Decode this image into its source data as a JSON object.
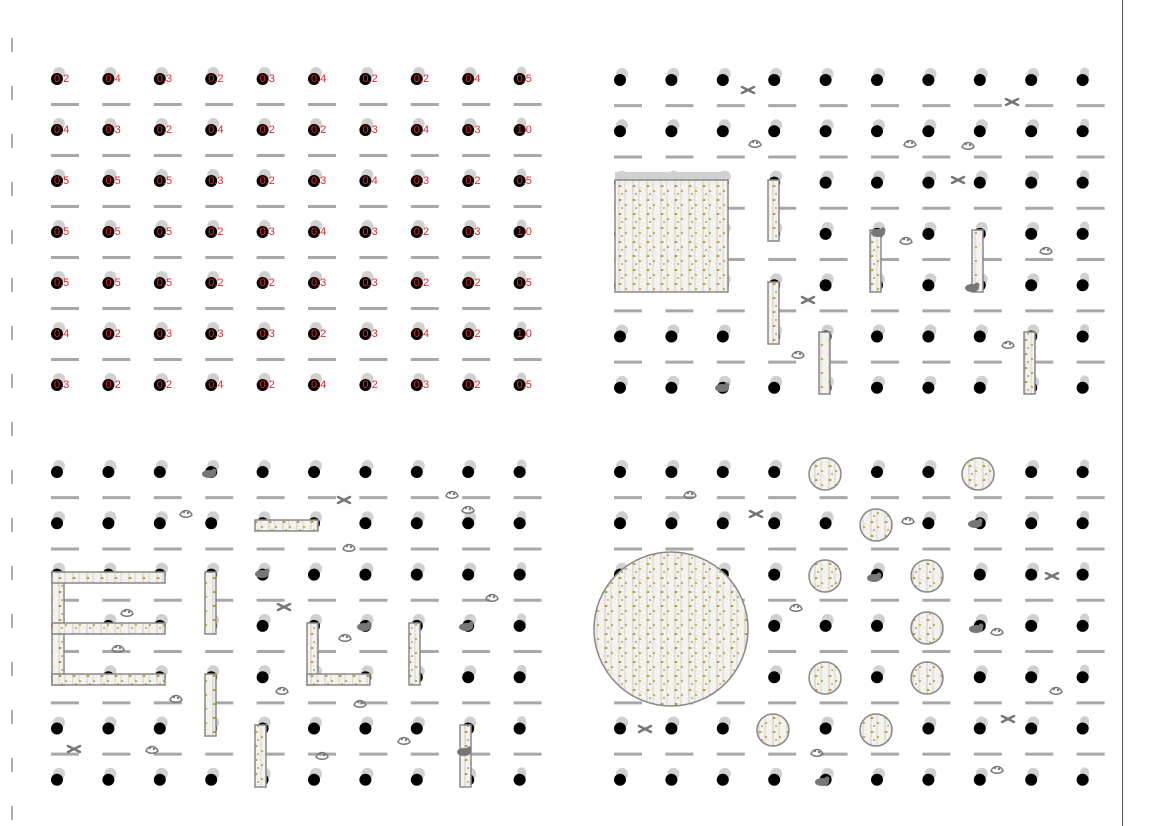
{
  "panels": [
    {
      "id": "values-grid",
      "cols": 10,
      "rows": 7,
      "values": [
        [
          "0.2",
          "0.4",
          "0.3",
          "0.2",
          "0.3",
          "0.4",
          "0.2",
          "0.2",
          "0.4",
          "0.5"
        ],
        [
          "0.4",
          "0.3",
          "0.2",
          "0.4",
          "0.2",
          "0.2",
          "0.3",
          "0.4",
          "0.3",
          "1.0"
        ],
        [
          "0.5",
          "0.5",
          "0.5",
          "0.3",
          "0.2",
          "0.3",
          "0.4",
          "0.3",
          "0.2",
          "0.5"
        ],
        [
          "0.5",
          "0.5",
          "0.5",
          "0.2",
          "0.3",
          "0.4",
          "0.3",
          "0.2",
          "0.3",
          "1.0"
        ],
        [
          "0.5",
          "0.5",
          "0.5",
          "0.2",
          "0.2",
          "0.3",
          "0.3",
          "0.2",
          "0.2",
          "0.5"
        ],
        [
          "0.4",
          "0.2",
          "0.3",
          "0.3",
          "0.3",
          "0.2",
          "0.3",
          "0.4",
          "0.2",
          "1.0"
        ],
        [
          "0.3",
          "0.2",
          "0.2",
          "0.4",
          "0.2",
          "0.4",
          "0.2",
          "0.3",
          "0.2",
          "0.5"
        ]
      ]
    },
    {
      "id": "layout-rectangles",
      "cols": 10,
      "rows": 7,
      "obstacles": "vertical-bars-and-square"
    },
    {
      "id": "layout-letters",
      "cols": 10,
      "rows": 7,
      "obstacles": "E-shape-and-bars"
    },
    {
      "id": "layout-circles",
      "cols": 10,
      "rows": 7,
      "obstacles": "large-circle-and-discs"
    }
  ],
  "colors": {
    "value_text": "#e8252a",
    "dot": "#000000",
    "dot_shadow": "#d0d0d0",
    "dash": "#a8a8a8",
    "obstacle_fill": "#f2f2ee",
    "obstacle_stroke": "#888888",
    "speckle": "#b89a3a",
    "creature": "#777777"
  }
}
